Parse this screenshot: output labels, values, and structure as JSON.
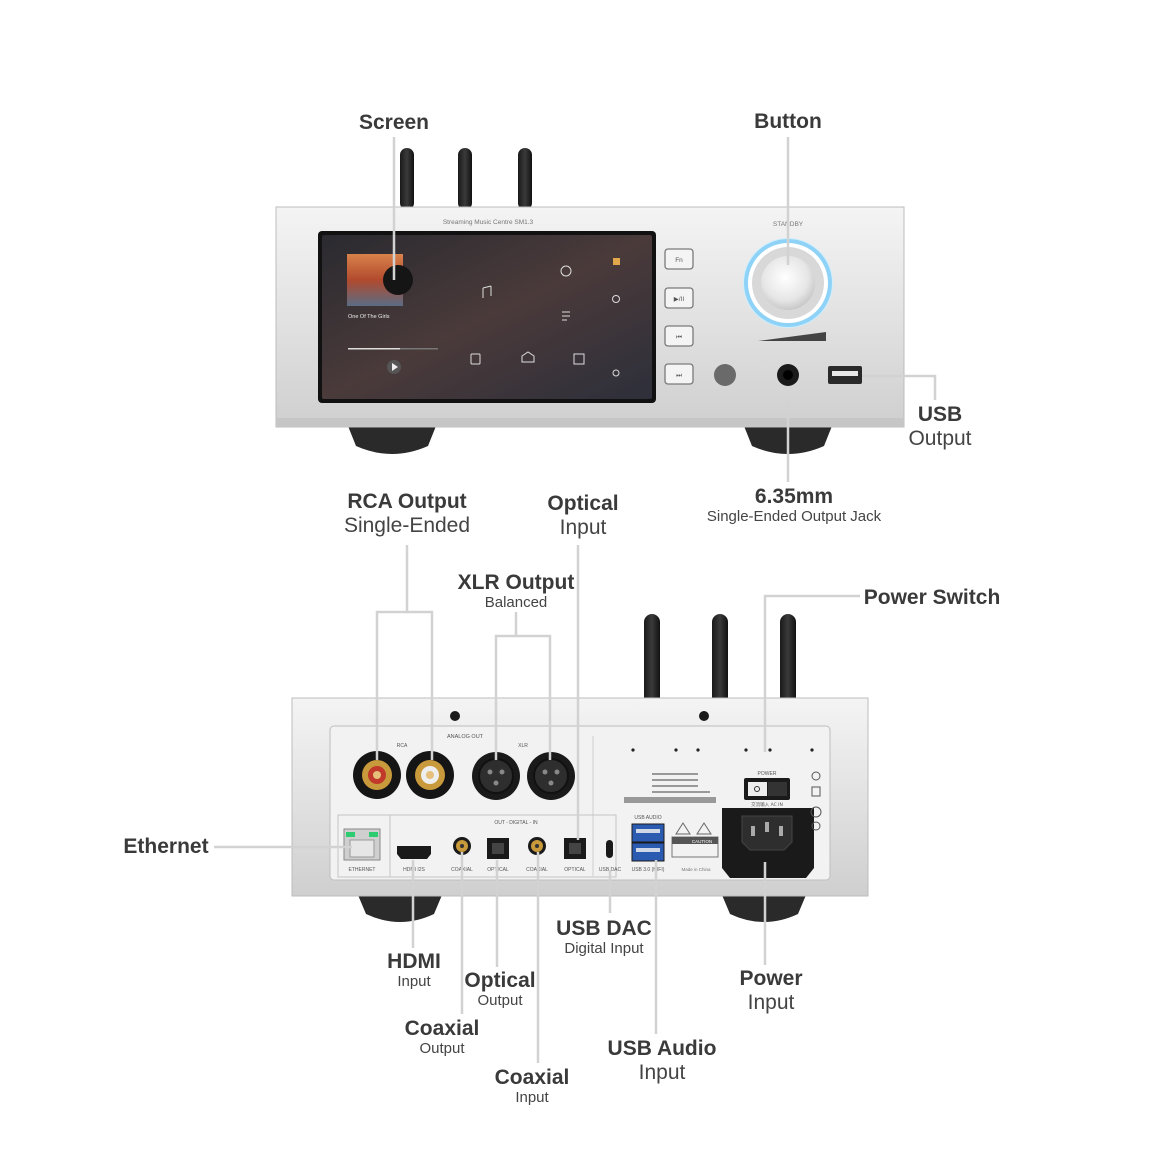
{
  "device": {
    "model_text": "Streaming Music Centre  SM1.3",
    "standby_text": "STANDBY",
    "screen": {
      "track_title": "One Of The Girls",
      "menu": [
        "Fn",
        "▶/II",
        "⏮",
        "⏭"
      ]
    },
    "rear_text": {
      "analog_out": "ANALOG OUT",
      "rca": "RCA",
      "xlr": "XLR",
      "digital": "OUT  -  DIGITAL  -  IN",
      "ethernet": "ETHERNET",
      "hdmi": "HDMI I2S",
      "coaxial_out": "COAXIAL",
      "optical_out": "OPTICAL",
      "coaxial_in": "COAXIAL",
      "optical_in": "OPTICAL",
      "usb_dac": "USB DAC",
      "usb_audio": "USB AUDIO",
      "usb_audio_bottom": "USB 3.0 (HIFI)",
      "power": "POWER",
      "ac_in": "交流输入 AC IN",
      "caution": "CAUTION",
      "made_in": "Made in China"
    }
  },
  "labels": {
    "screen": {
      "title": "Screen"
    },
    "button": {
      "title": "Button"
    },
    "usb_output": {
      "title": "USB",
      "sub": "Output"
    },
    "jack": {
      "title": "6.35mm",
      "sub": "Single-Ended Output Jack"
    },
    "rca_output": {
      "title": "RCA Output",
      "sub": "Single-Ended"
    },
    "optical_input_top": {
      "title": "Optical",
      "sub": "Input"
    },
    "xlr_output": {
      "title": "XLR Output",
      "sub": "Balanced"
    },
    "power_switch": {
      "title": "Power Switch"
    },
    "ethernet": {
      "title": "Ethernet"
    },
    "usb_dac": {
      "title": "USB DAC",
      "sub": "Digital Input"
    },
    "hdmi": {
      "title": "HDMI",
      "sub": "Input"
    },
    "optical_output": {
      "title": "Optical",
      "sub": "Output"
    },
    "power_input": {
      "title": "Power",
      "sub": "Input"
    },
    "coaxial_output": {
      "title": "Coaxial",
      "sub": "Output"
    },
    "usb_audio": {
      "title": "USB Audio",
      "sub": "Input"
    },
    "coaxial_input": {
      "title": "Coaxial",
      "sub": "Input"
    }
  },
  "colors": {
    "leader": "#d2d2d2",
    "chassis": "#e6e6e6",
    "glow": "#8ed3f7",
    "gold": "#c89a3c",
    "rca_red": "#c0392b"
  }
}
